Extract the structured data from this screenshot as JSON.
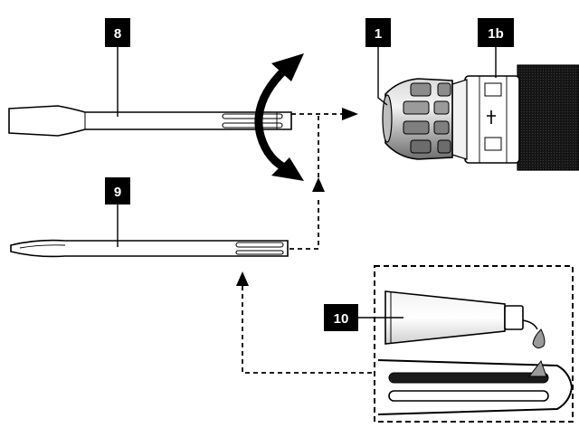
{
  "callouts": {
    "label_8": "8",
    "label_1": "1",
    "label_1b": "1b",
    "label_9": "9",
    "label_10": "10"
  },
  "colors": {
    "ink": "#000000",
    "paper": "#ffffff",
    "steel_light": "#e6e6e6",
    "steel_mid": "#b8b8b8",
    "steel_dark": "#7a7a7a",
    "grip": "#151515",
    "grease": "#9a9a9a"
  },
  "icons": {
    "rotate_arrow": "curved-double-arrow-icon",
    "insert_arrow": "arrowhead-icon",
    "drip": "grease-drop-icon"
  }
}
